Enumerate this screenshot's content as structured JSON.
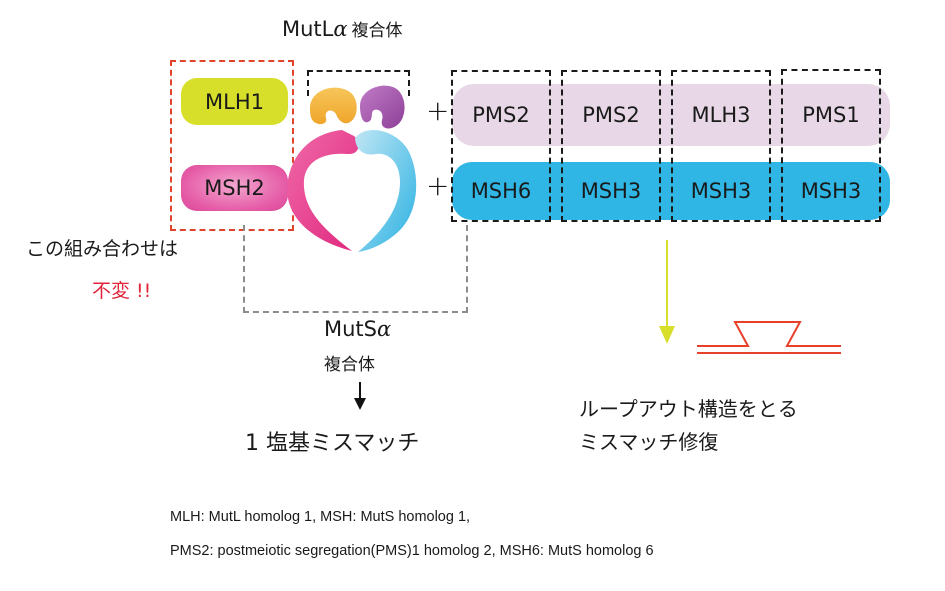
{
  "title": {
    "main": "MutL",
    "alpha": "α",
    "suffix": "複合体"
  },
  "left_group": {
    "proteins": [
      {
        "label": "MLH1",
        "color": "#d7df2a"
      },
      {
        "label": "MSH2",
        "color": "#e55aa6"
      }
    ],
    "note_line1": "この組み合わせは",
    "note_line2": "不変 !!",
    "note_color": "#e0243a",
    "box_color": "#e0442b"
  },
  "complex_shape": {
    "parts": [
      "orange-subunit",
      "purple-subunit",
      "pink-clamp",
      "blue-clamp"
    ],
    "colors": {
      "orange": "#f2b23a",
      "purple": "#9a4ea1",
      "pink": "#e8388f",
      "blue": "#3fb8e6"
    }
  },
  "operators": {
    "plus": "+"
  },
  "partners": {
    "top_row_color": "#e8d8e7",
    "bottom_row_color": "#2fb6e4",
    "columns": [
      {
        "top": "PMS2",
        "bottom": "MSH6"
      },
      {
        "top": "PMS2",
        "bottom": "MSH3"
      },
      {
        "top": "MLH3",
        "bottom": "MSH3"
      },
      {
        "top": "PMS1",
        "bottom": "MSH3"
      }
    ]
  },
  "mutsa": {
    "name": "MutS",
    "alpha": "α",
    "suffix": "複合体",
    "arrow": "↓",
    "result": "1 塩基ミスマッチ"
  },
  "loopout": {
    "arrow_color": "#d7df2a",
    "diagram_color": "#e8402a",
    "line1": "ループアウト構造をとる",
    "line2": "ミスマッチ修復"
  },
  "legend": {
    "line1": "MLH: MutL homolog 1, MSH: MutS homolog 1,",
    "line2": "PMS2:  postmeiotic segregation(PMS)1 homolog 2, MSH6: MutS homolog 6"
  }
}
